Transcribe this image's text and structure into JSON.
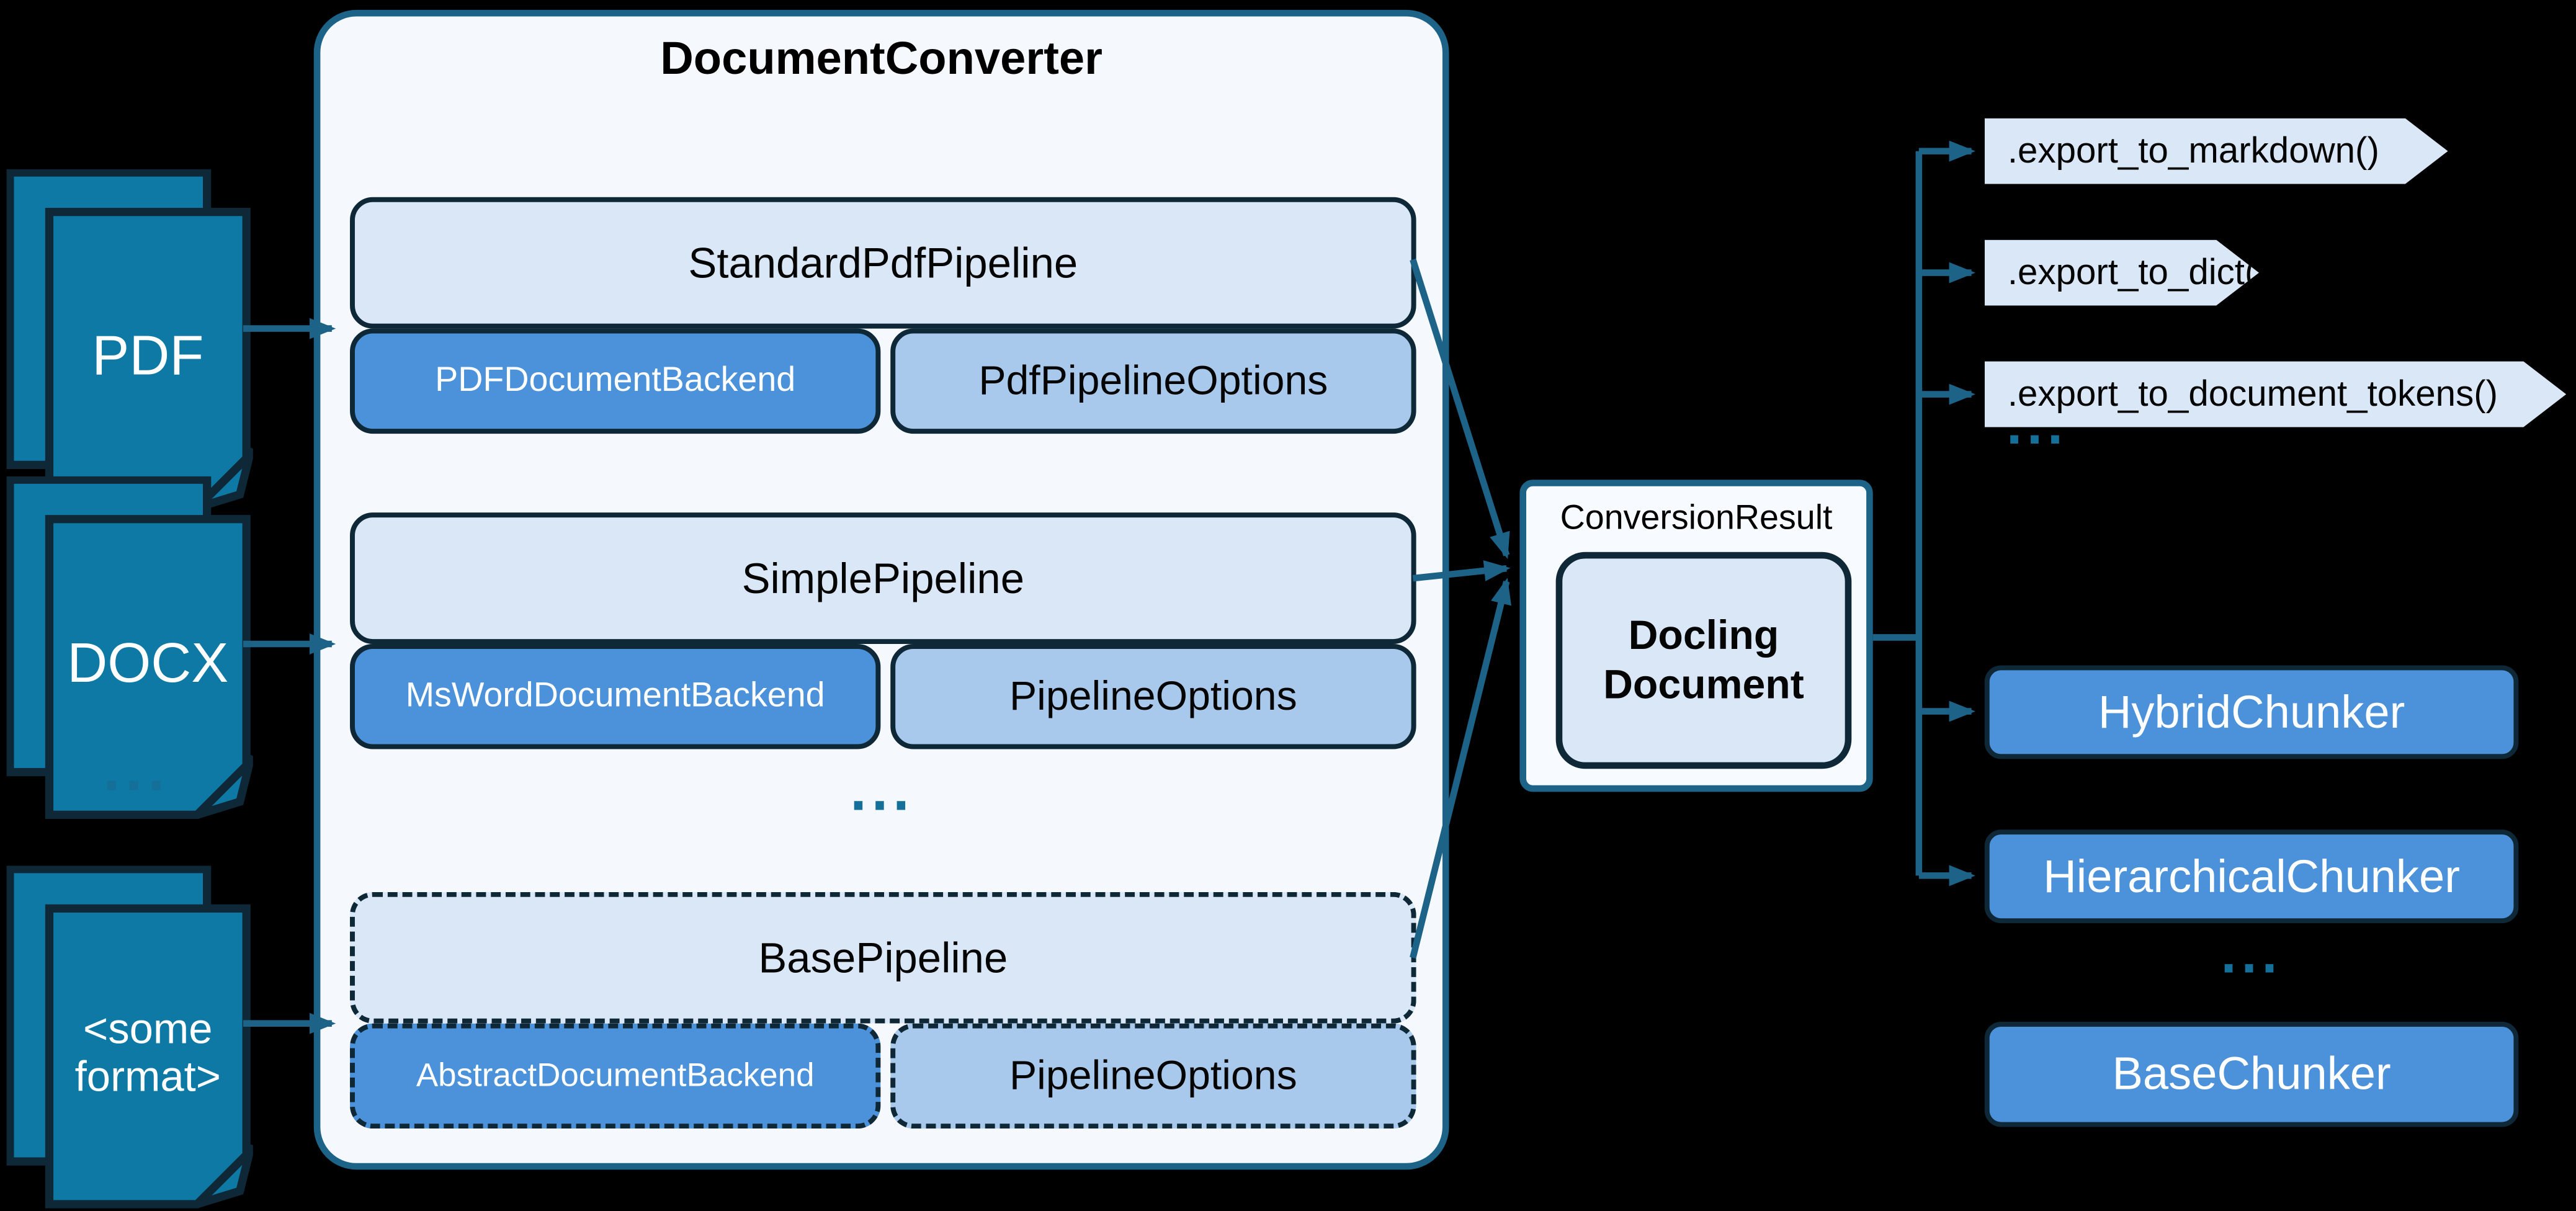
{
  "diagram": {
    "background": "#000000",
    "colors": {
      "icon_fill": "#0d79a4",
      "dark_border": "#0e2837",
      "panel_border": "#1d6387",
      "panel_fill": "#f5f8fd",
      "pipeline_fill": "#d9e7f6",
      "backend_fill": "#4c92da",
      "options_fill": "#a9c9ec",
      "arrow": "#1d6387",
      "ellipsis": "#147099"
    },
    "inputs": {
      "pdf": {
        "line1": "PDF"
      },
      "docx": {
        "line1": "DOCX"
      },
      "some_format": {
        "line1": "<some",
        "line2": "format>"
      },
      "ellipsis": "..."
    },
    "converter": {
      "title": "DocumentConverter",
      "rows": [
        {
          "pipeline": "StandardPdfPipeline",
          "backend": "PDFDocumentBackend",
          "options": "PdfPipelineOptions"
        },
        {
          "pipeline": "SimplePipeline",
          "backend": "MsWordDocumentBackend",
          "options": "PipelineOptions"
        },
        {
          "pipeline": "BasePipeline",
          "backend": "AbstractDocumentBackend",
          "options": "PipelineOptions"
        }
      ],
      "ellipsis": "..."
    },
    "result": {
      "label": "ConversionResult",
      "document_line1": "Docling",
      "document_line2": "Document"
    },
    "exports": {
      "markdown": ".export_to_markdown()",
      "dict": ".export_to_dict()",
      "tokens": ".export_to_document_tokens()",
      "ellipsis": "..."
    },
    "chunkers": {
      "hybrid": "HybridChunker",
      "hierarchical": "HierarchicalChunker",
      "ellipsis": "...",
      "base": "BaseChunker"
    }
  }
}
